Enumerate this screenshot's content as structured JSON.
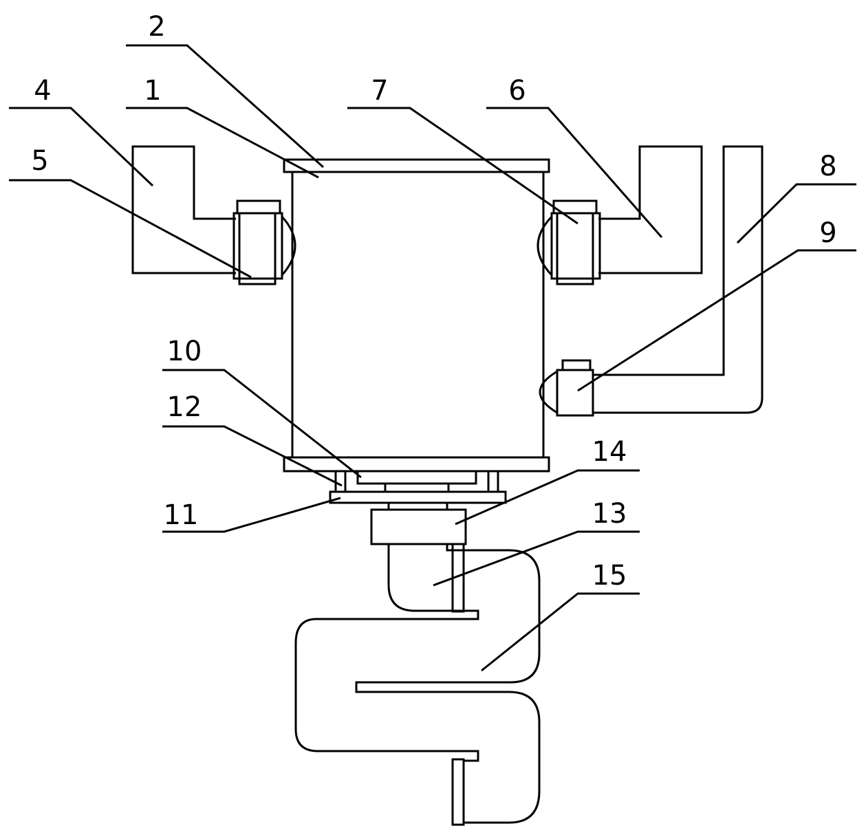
{
  "labels": {
    "l1": "1",
    "l2": "2",
    "l4": "4",
    "l5": "5",
    "l6": "6",
    "l7": "7",
    "l8": "8",
    "l9": "9",
    "l10": "10",
    "l11": "11",
    "l12": "12",
    "l13": "13",
    "l14": "14",
    "l15": "15"
  },
  "colors": {
    "stroke": "#000000",
    "background": "#ffffff"
  }
}
